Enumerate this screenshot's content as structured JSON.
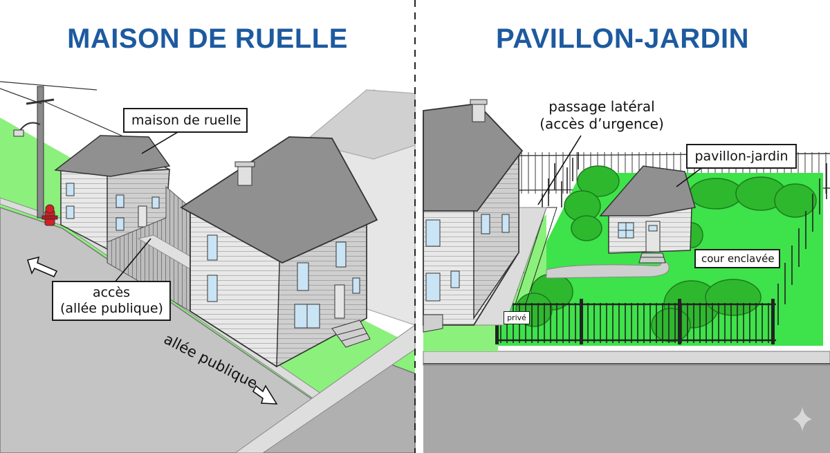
{
  "left_panel": {
    "title": "MAISON DE RUELLE",
    "labels": {
      "house": "maison de ruelle",
      "access_line1": "accès",
      "access_line2": "(allée publique)",
      "alley": "allée publique"
    }
  },
  "right_panel": {
    "title": "PAVILLON-JARDIN",
    "labels": {
      "passage_line1": "passage latéral",
      "passage_line2": "(accès d’urgence)",
      "pavilion": "pavillon-jardin",
      "courtyard": "cour enclavée",
      "private": "privé"
    }
  },
  "colors": {
    "title": "#1d5aa0",
    "grass": "#8cf07c",
    "lawn": "#3ee24a",
    "bush": "#2eb82e",
    "road": "#a9a9a9",
    "alley": "#c4c4c4",
    "roof": "#909090",
    "siding": "#e8e8e8",
    "hydrant": "#d61f26",
    "window": "#c9e4f5"
  }
}
